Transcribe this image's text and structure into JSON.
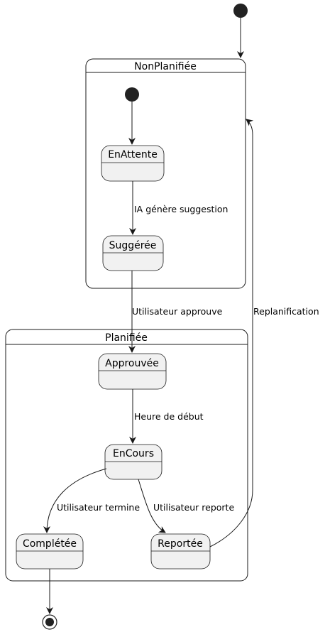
{
  "colors": {
    "line": "#181818",
    "state_fill": "#f1f1f1",
    "background": "#ffffff",
    "text": "#000000",
    "pseudostate": "#222222"
  },
  "composites": {
    "non_planifiee": {
      "title": "NonPlanifiée"
    },
    "planifiee": {
      "title": "Planifiée"
    }
  },
  "states": {
    "en_attente": "EnAttente",
    "suggeree": "Suggérée",
    "approuvee": "Approuvée",
    "en_cours": "EnCours",
    "completee": "Complétée",
    "reportee": "Reportée"
  },
  "transitions": {
    "ia_genere": "IA génère suggestion",
    "utilisateur_approuve": "Utilisateur approuve",
    "heure_debut": "Heure de début",
    "utilisateur_termine": "Utilisateur termine",
    "utilisateur_reporte": "Utilisateur reporte",
    "replanification": "Replanification"
  }
}
